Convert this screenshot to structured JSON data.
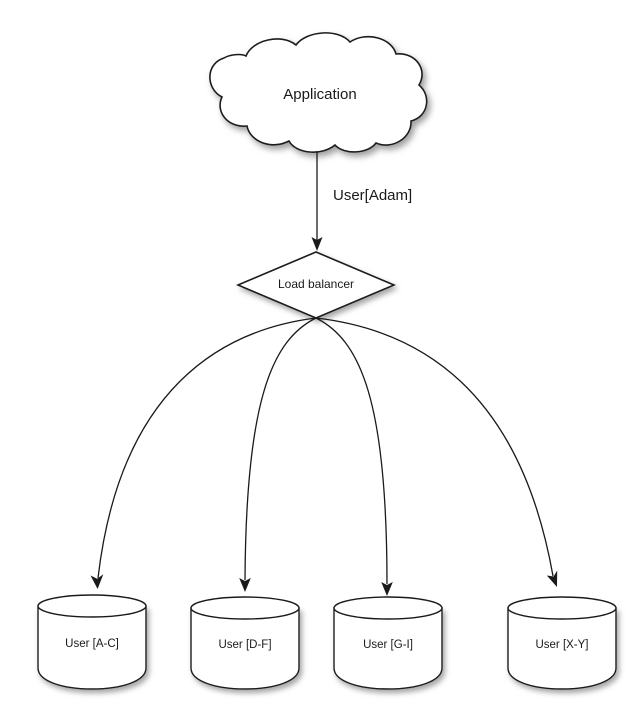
{
  "diagram": {
    "title": "Load balancer sharding diagram",
    "background_color": "#ffffff",
    "stroke_color": "#1a1a1a",
    "shape_fill_color": "#ffffff",
    "nodes": {
      "application": {
        "label": "Application",
        "shape": "cloud"
      },
      "load_balancer": {
        "label": "Load balancer",
        "shape": "diamond"
      },
      "databases": [
        {
          "label": "User [A-C]",
          "shape": "cylinder"
        },
        {
          "label": "User [D-F]",
          "shape": "cylinder"
        },
        {
          "label": "User [G-I]",
          "shape": "cylinder"
        },
        {
          "label": "User [X-Y]",
          "shape": "cylinder"
        }
      ]
    },
    "edges": {
      "application_to_load_balancer": {
        "label": "User[Adam]"
      }
    }
  }
}
